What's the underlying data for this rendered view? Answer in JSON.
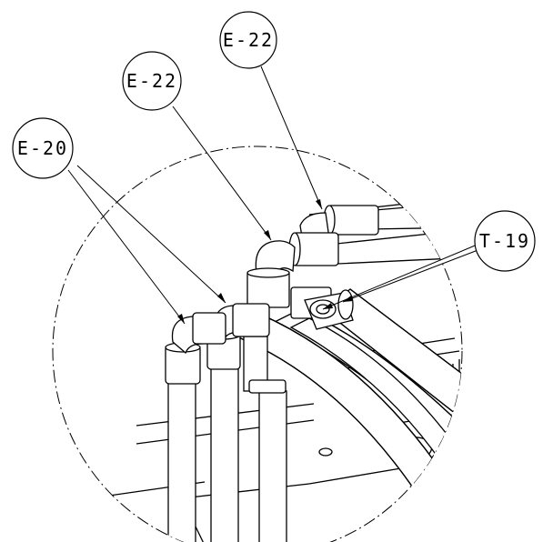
{
  "callouts": [
    {
      "id": "E-22-top",
      "label": "E-22"
    },
    {
      "id": "E-22-mid",
      "label": "E-22"
    },
    {
      "id": "E-20",
      "label": "E-20"
    },
    {
      "id": "T-19",
      "label": "T-19"
    }
  ],
  "colors": {
    "line": "#000000",
    "background": "#ffffff"
  }
}
